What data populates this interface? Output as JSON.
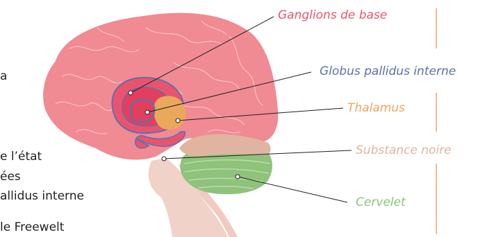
{
  "background_text": {
    "line1": "a",
    "line2": "e l’état",
    "line3": "ées",
    "line4": "allidus interne",
    "line5": "le Freewelt"
  },
  "labels": {
    "basal_ganglia": "Ganglions de base",
    "globus_pallidus": "Globus pallidus interne",
    "thalamus": "Thalamus",
    "substantia_nigra": "Substance noire",
    "cerebellum": "Cervelet"
  },
  "colors": {
    "brain": "#f08a93",
    "brain_veins": "#f7b4b8",
    "basal_ganglia": "#e8546e",
    "globus_pallidus": "#5d6fb0",
    "thalamus": "#eaa85c",
    "substantia_nigra": "#e0b4a0",
    "cerebellum": "#8fc27a",
    "brainstem": "#f0d2c8",
    "divider": "#f0a070"
  }
}
